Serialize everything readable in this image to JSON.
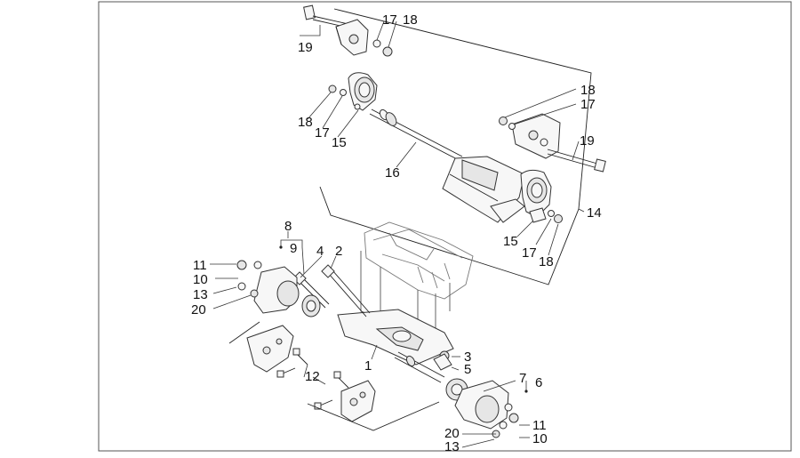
{
  "diagram": {
    "callouts": {
      "c1": "1",
      "c2": "2",
      "c3": "3",
      "c4": "4",
      "c5": "5",
      "c6": "6",
      "c7": "7",
      "c8": "8",
      "c9": "9",
      "c10a": "10",
      "c10b": "10",
      "c11a": "11",
      "c11b": "11",
      "c12": "12",
      "c13a": "13",
      "c13b": "13",
      "c14": "14",
      "c15a": "15",
      "c15b": "15",
      "c16": "16",
      "c17a": "17",
      "c17b": "17",
      "c17c": "17",
      "c17d": "17",
      "c18a": "18",
      "c18b": "18",
      "c18c": "18",
      "c18d": "18",
      "c19a": "19",
      "c19b": "19",
      "c20a": "20",
      "c20b": "20"
    }
  }
}
